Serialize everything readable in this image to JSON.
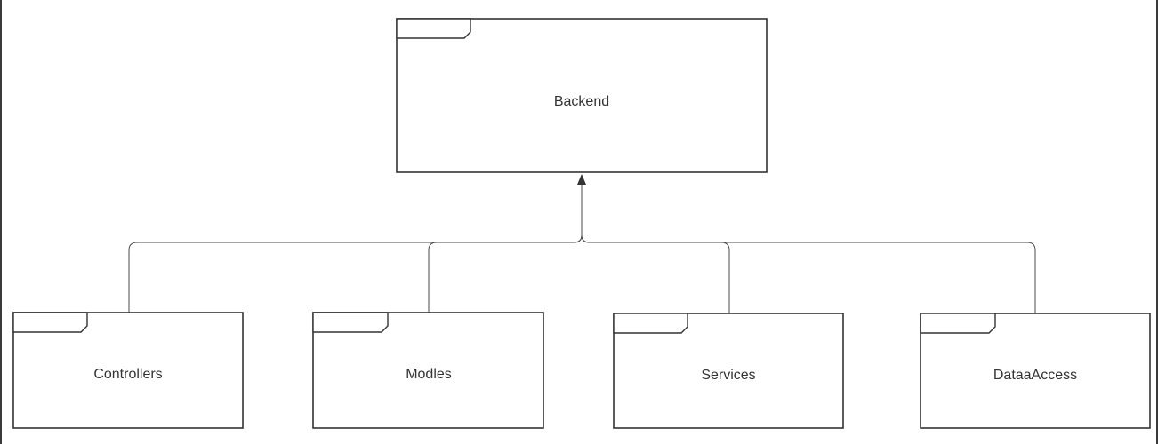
{
  "diagram": {
    "parent": {
      "label": "Backend"
    },
    "children": [
      {
        "label": "Controllers"
      },
      {
        "label": "Modles"
      },
      {
        "label": "Services"
      },
      {
        "label": "DataaAccess"
      }
    ],
    "colors": {
      "stroke": "#333333",
      "connector": "#4a4a4a",
      "text": "#333333",
      "background": "#ffffff"
    }
  }
}
